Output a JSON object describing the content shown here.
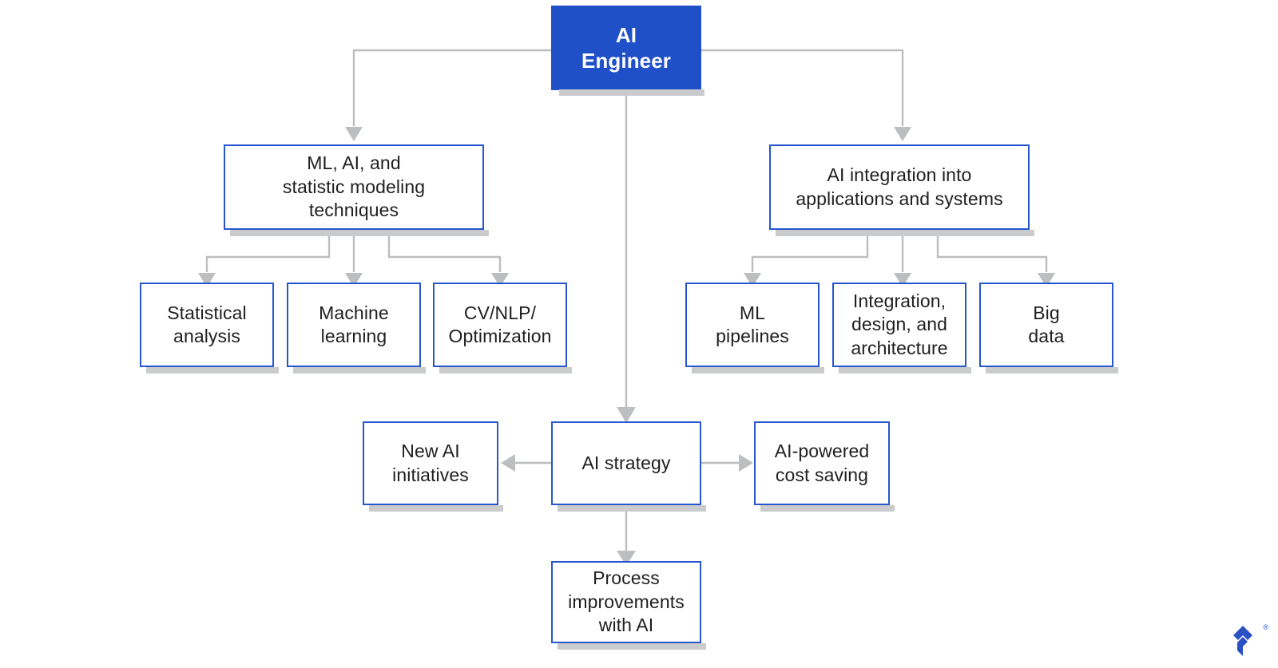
{
  "diagram": {
    "type": "hierarchy-tree",
    "title": "AI Engineer",
    "background_color": "#ffffff",
    "accent_color": "#2050c8",
    "node_border_color": "#2757cf",
    "connector_color": "#bcbec0",
    "shadow_color": "#c9cbcd",
    "text_color": "#1f1f1f"
  },
  "nodes": {
    "root": {
      "label": "AI\nEngineer"
    },
    "branch_left": {
      "label": "ML, AI, and\nstatistic modeling\ntechniques"
    },
    "branch_right": {
      "label": "AI integration into\napplications and systems"
    },
    "left_leaf_1": {
      "label": "Statistical\nanalysis"
    },
    "left_leaf_2": {
      "label": "Machine\nlearning"
    },
    "left_leaf_3": {
      "label": "CV/NLP/\nOptimization"
    },
    "right_leaf_1": {
      "label": "ML\npipelines"
    },
    "right_leaf_2": {
      "label": "Integration,\ndesign, and\narchitecture"
    },
    "right_leaf_3": {
      "label": "Big\ndata"
    },
    "strategy": {
      "label": "AI strategy"
    },
    "strategy_left": {
      "label": "New AI\ninitiatives"
    },
    "strategy_right": {
      "label": "AI-powered\ncost saving"
    },
    "strategy_bottom": {
      "label": "Process\nimprovements\nwith AI"
    }
  },
  "edges": [
    {
      "from": "root",
      "to": "branch_left",
      "style": "elbow-down-left"
    },
    {
      "from": "root",
      "to": "branch_right",
      "style": "elbow-down-right"
    },
    {
      "from": "root",
      "to": "strategy",
      "style": "straight-down"
    },
    {
      "from": "branch_left",
      "to": "left_leaf_1",
      "style": "elbow-down-left"
    },
    {
      "from": "branch_left",
      "to": "left_leaf_2",
      "style": "straight-down"
    },
    {
      "from": "branch_left",
      "to": "left_leaf_3",
      "style": "elbow-down-right"
    },
    {
      "from": "branch_right",
      "to": "right_leaf_1",
      "style": "elbow-down-left"
    },
    {
      "from": "branch_right",
      "to": "right_leaf_2",
      "style": "straight-down"
    },
    {
      "from": "branch_right",
      "to": "right_leaf_3",
      "style": "elbow-down-right"
    },
    {
      "from": "strategy",
      "to": "strategy_left",
      "style": "straight-left"
    },
    {
      "from": "strategy",
      "to": "strategy_right",
      "style": "straight-right"
    },
    {
      "from": "strategy",
      "to": "strategy_bottom",
      "style": "straight-down"
    }
  ],
  "watermark": {
    "name": "toptal-logo",
    "trademark": "®",
    "color": "#2a51c4"
  }
}
